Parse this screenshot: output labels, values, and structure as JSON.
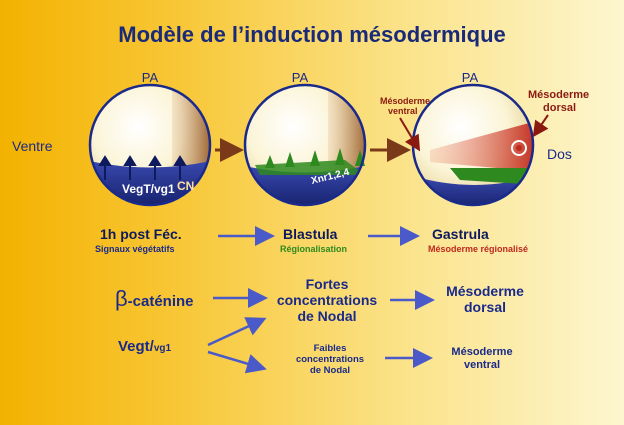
{
  "title": "Modèle de l’induction mésodermique",
  "labels": {
    "pa1": "PA",
    "pa2": "PA",
    "pa3": "PA",
    "ventre": "Ventre",
    "dos": "Dos",
    "vegt_vg1": "VegT/vg1",
    "cn": "CN",
    "xnr": "Xnr1,2,4",
    "mesoderme_ventral_top": "Mésoderme ventral",
    "mesoderme_dorsal_top": "Mésoderme dorsal"
  },
  "stages": [
    {
      "name": "1h post Féc.",
      "sub": "Signaux végétatifs",
      "color": "#1a2a8a"
    },
    {
      "name": "Blastula",
      "sub": "Régionalisation",
      "color": "#2e8a1e"
    },
    {
      "name": "Gastrula",
      "sub": "Mésoderme régionalisé",
      "color": "#c0281e"
    }
  ],
  "flow": {
    "beta_greek": "β",
    "beta_rest": "-caténine",
    "vegt_main": "Vegt/",
    "vegt_sub": "vg1",
    "high_line1": "Fortes",
    "high_line2": "concentrations",
    "high_line3": "de Nodal",
    "low_line1": "Faibles",
    "low_line2": "concentrations",
    "low_line3": "de Nodal",
    "dorsal_line1": "Mésoderme",
    "dorsal_line2": "dorsal",
    "ventral_line1": "Mésoderme",
    "ventral_line2": "ventral"
  },
  "colors": {
    "navy": "#1a2a8a",
    "green": "#2e8a1e",
    "red": "#c0281e",
    "brown": "#8a4a1a"
  }
}
